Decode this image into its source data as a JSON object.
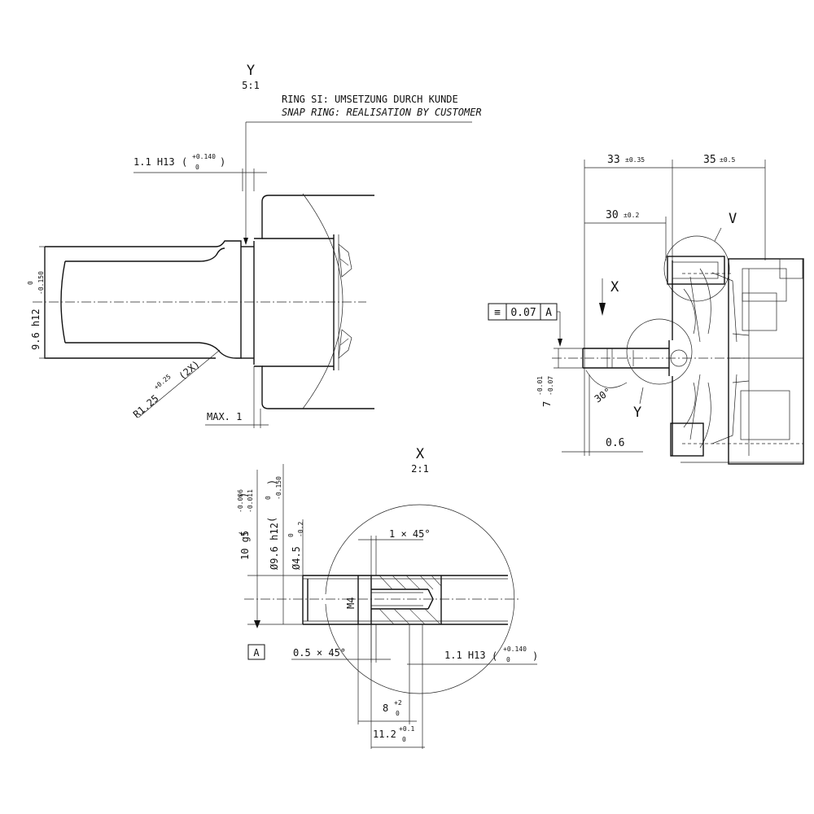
{
  "view_y": {
    "label": "Y",
    "scale": "5:1",
    "note_de": "RING SI:   UMSETZUNG DURCH KUNDE",
    "note_en": "SNAP RING: REALISATION BY CUSTOMER",
    "groove_width": "1.1 H13",
    "groove_tol_upper": "+0.140",
    "groove_tol_lower": "0",
    "diameter": "9.6 h12",
    "diameter_tol_upper": "0",
    "diameter_tol_lower": "-0.150",
    "radius": "R1.25",
    "radius_tol": "+0.25",
    "radius_count": "(2X)",
    "max_note": "MAX. 1"
  },
  "view_x": {
    "label": "X",
    "scale": "2:1",
    "dia_g5": "10 g5",
    "dia_g5_tol_upper": "-0.006",
    "dia_g5_tol_lower": "-0.011",
    "dia_h12": "Ø9.6 h12",
    "dia_h12_tol_upper": "0",
    "dia_h12_tol_lower": "-0.150",
    "dia_hole": "Ø4.5",
    "dia_hole_tol_upper": "0",
    "dia_hole_tol_lower": "-0.2",
    "chamfer_1": "1 × 45°",
    "chamfer_2": "0.5 × 45°",
    "thread": "M4",
    "datum": "A",
    "groove_width": "1.1 H13",
    "groove_tol_upper": "+0.140",
    "groove_tol_lower": "0",
    "depth": "8",
    "depth_tol_upper": "+2",
    "depth_tol_lower": "0",
    "length": "11.2",
    "length_tol_upper": "+0.1",
    "length_tol_lower": "0"
  },
  "main_view": {
    "dim_33": "33",
    "dim_33_tol": "±0.35",
    "dim_35": "35",
    "dim_35_tol": "±0.5",
    "dim_30": "30",
    "dim_30_tol": "±0.2",
    "detail_v": "V",
    "detail_x": "X",
    "detail_y": "Y",
    "symmetry_symbol": "≡",
    "tolerance_value": "0.07",
    "tolerance_datum": "A",
    "dia_7": "7",
    "dia_7_tol_upper": "-0.01",
    "dia_7_tol_lower": "-0.07",
    "angle": "30°",
    "dim_0_6": "0.6"
  }
}
